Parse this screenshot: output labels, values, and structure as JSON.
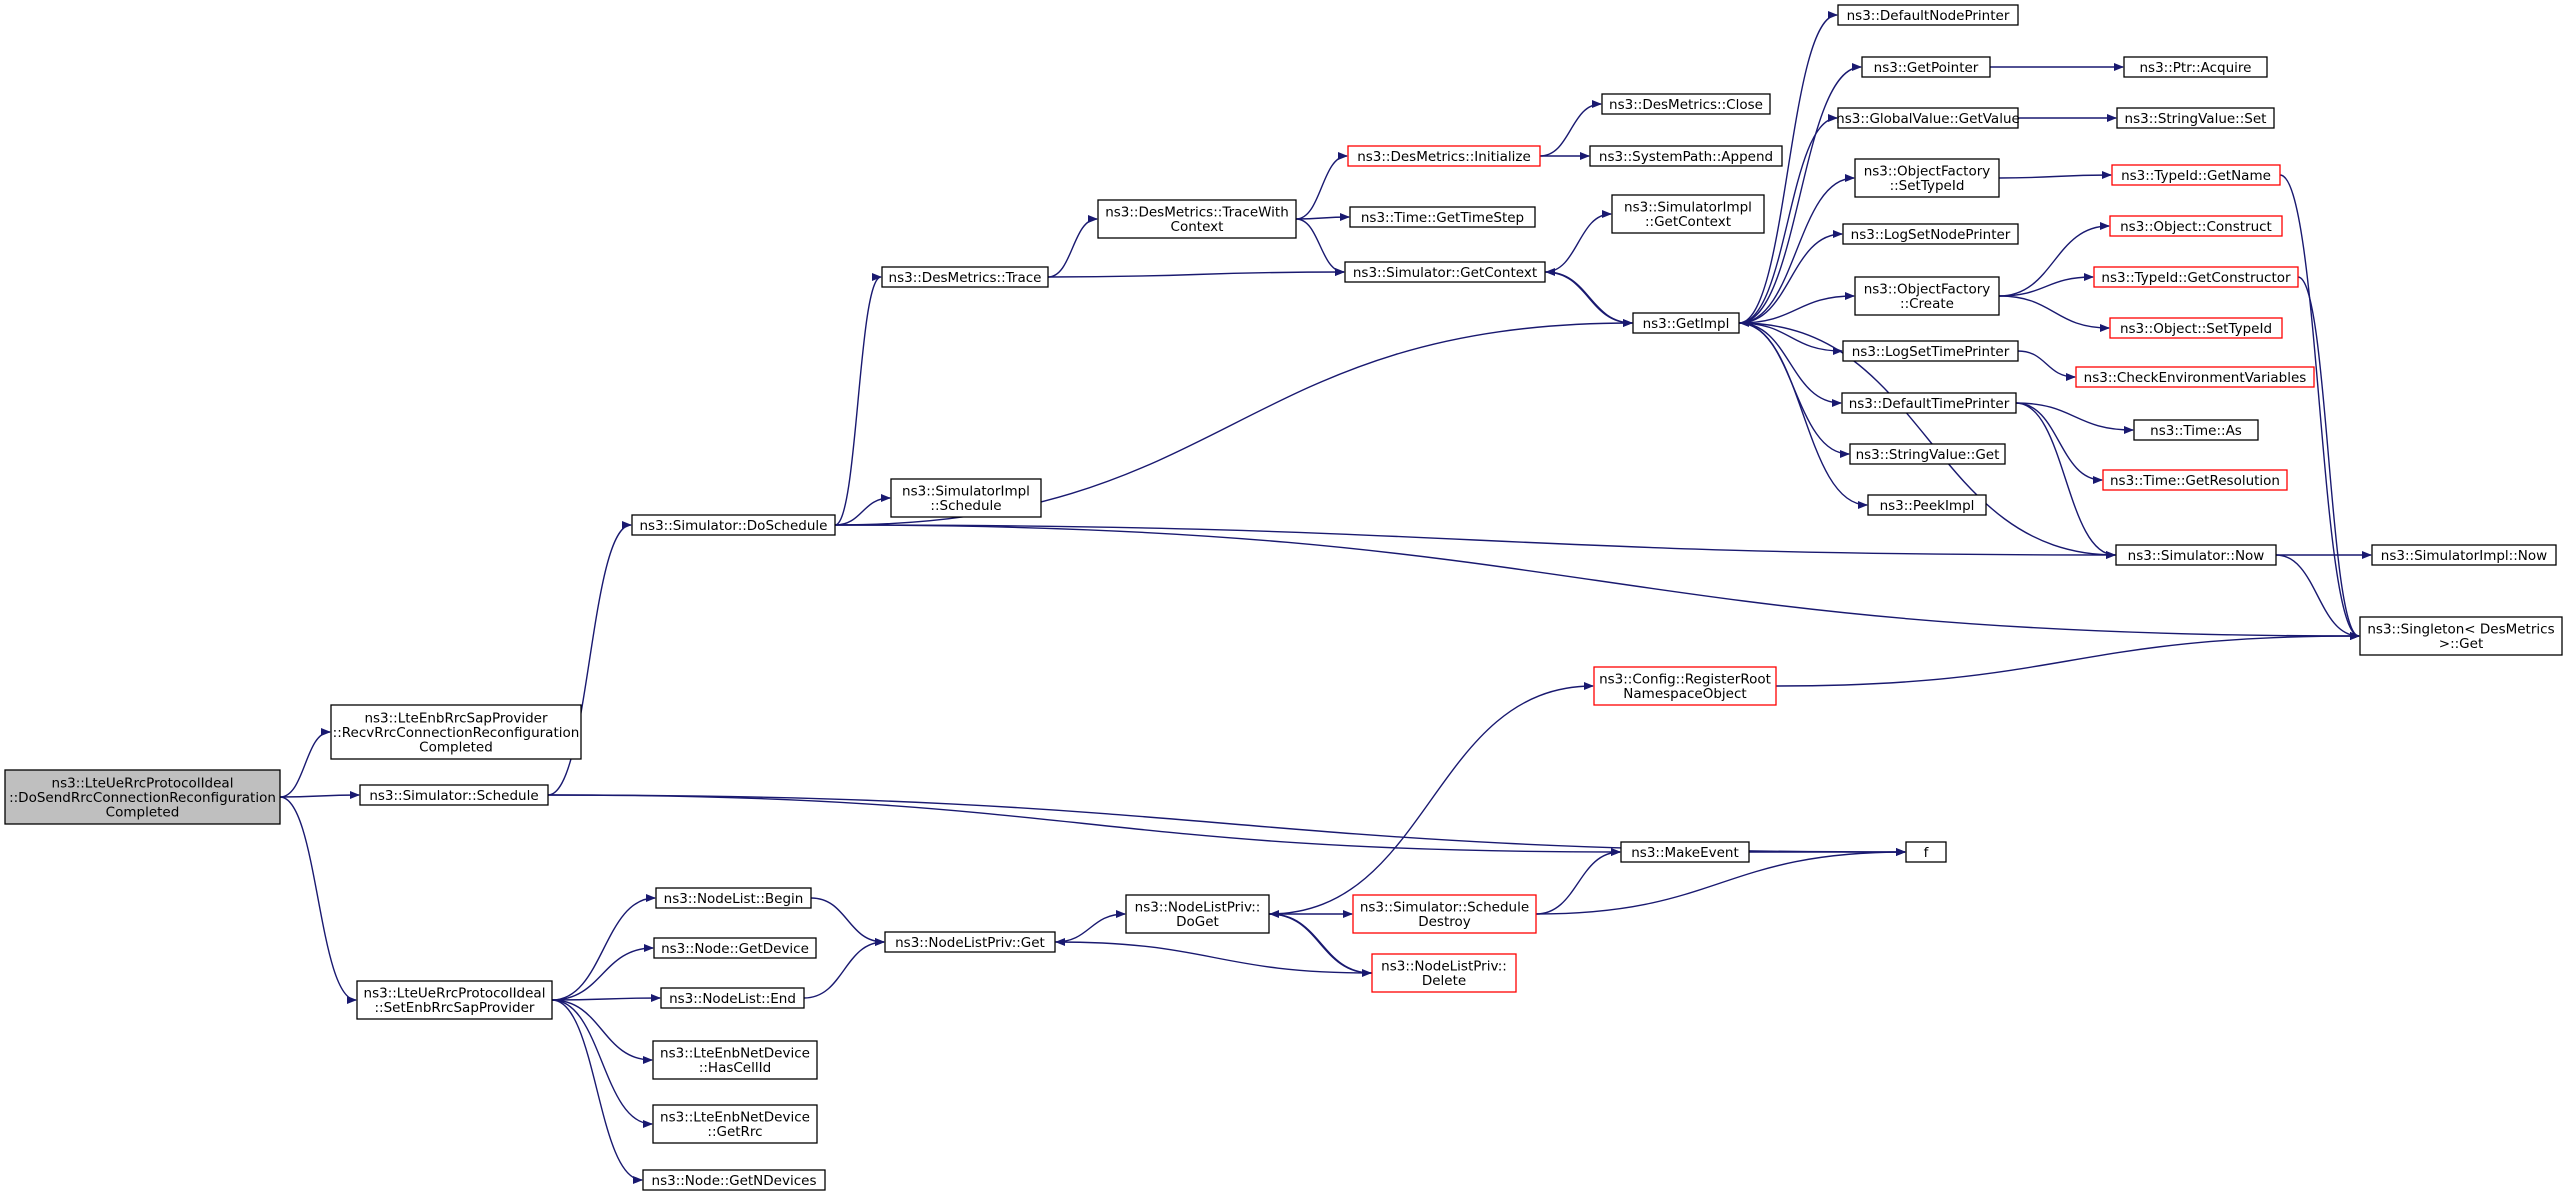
{
  "colors": {
    "edge": "#191970",
    "node_border": "#000000",
    "node_border_truncated": "#ff0000",
    "root_fill": "#bfbfbf",
    "node_fill": "#ffffff"
  },
  "nodes": [
    {
      "id": "root",
      "lines": [
        "ns3::LteUeRrcProtocolIdeal",
        "::DoSendRrcConnectionReconfiguration",
        "Completed"
      ],
      "style": "root"
    },
    {
      "id": "recvRrc",
      "lines": [
        "ns3::LteEnbRrcSapProvider",
        "::RecvRrcConnectionReconfiguration",
        "Completed"
      ]
    },
    {
      "id": "simSchedule",
      "lines": [
        "ns3::Simulator::Schedule"
      ]
    },
    {
      "id": "setEnbRrc",
      "lines": [
        "ns3::LteUeRrcProtocolIdeal",
        "::SetEnbRrcSapProvider"
      ]
    },
    {
      "id": "doSchedule",
      "lines": [
        "ns3::Simulator::DoSchedule"
      ]
    },
    {
      "id": "desTrace",
      "lines": [
        "ns3::DesMetrics::Trace"
      ]
    },
    {
      "id": "traceWithCtx",
      "lines": [
        "ns3::DesMetrics::TraceWith",
        "Context"
      ]
    },
    {
      "id": "desInit",
      "lines": [
        "ns3::DesMetrics::Initialize"
      ],
      "style": "truncated"
    },
    {
      "id": "desClose",
      "lines": [
        "ns3::DesMetrics::Close"
      ]
    },
    {
      "id": "sysPathAppend",
      "lines": [
        "ns3::SystemPath::Append"
      ]
    },
    {
      "id": "getTimeStep",
      "lines": [
        "ns3::Time::GetTimeStep"
      ]
    },
    {
      "id": "simGetContext",
      "lines": [
        "ns3::Simulator::GetContext"
      ]
    },
    {
      "id": "implGetContext",
      "lines": [
        "ns3::SimulatorImpl",
        "::GetContext"
      ]
    },
    {
      "id": "getImpl",
      "lines": [
        "ns3::GetImpl"
      ]
    },
    {
      "id": "defNodePrinter",
      "lines": [
        "ns3::DefaultNodePrinter"
      ]
    },
    {
      "id": "getPointer",
      "lines": [
        "ns3::GetPointer"
      ]
    },
    {
      "id": "ptrAcquire",
      "lines": [
        "ns3::Ptr::Acquire"
      ]
    },
    {
      "id": "gvGetValue",
      "lines": [
        "ns3::GlobalValue::GetValue"
      ]
    },
    {
      "id": "strValSet",
      "lines": [
        "ns3::StringValue::Set"
      ]
    },
    {
      "id": "ofSetTypeId",
      "lines": [
        "ns3::ObjectFactory",
        "::SetTypeId"
      ]
    },
    {
      "id": "typeIdGetName",
      "lines": [
        "ns3::TypeId::GetName"
      ],
      "style": "truncated"
    },
    {
      "id": "logSetNodePrinter",
      "lines": [
        "ns3::LogSetNodePrinter"
      ]
    },
    {
      "id": "ofCreate",
      "lines": [
        "ns3::ObjectFactory",
        "::Create"
      ]
    },
    {
      "id": "objConstruct",
      "lines": [
        "ns3::Object::Construct"
      ],
      "style": "truncated"
    },
    {
      "id": "typeIdGetCtor",
      "lines": [
        "ns3::TypeId::GetConstructor"
      ],
      "style": "truncated"
    },
    {
      "id": "objSetTypeId",
      "lines": [
        "ns3::Object::SetTypeId"
      ],
      "style": "truncated"
    },
    {
      "id": "logSetTimePrinter",
      "lines": [
        "ns3::LogSetTimePrinter"
      ]
    },
    {
      "id": "checkEnv",
      "lines": [
        "ns3::CheckEnvironmentVariables"
      ],
      "style": "truncated"
    },
    {
      "id": "defTimePrinter",
      "lines": [
        "ns3::DefaultTimePrinter"
      ]
    },
    {
      "id": "timeAs",
      "lines": [
        "ns3::Time::As"
      ]
    },
    {
      "id": "timeGetRes",
      "lines": [
        "ns3::Time::GetResolution"
      ],
      "style": "truncated"
    },
    {
      "id": "strValGet",
      "lines": [
        "ns3::StringValue::Get"
      ]
    },
    {
      "id": "peekImpl",
      "lines": [
        "ns3::PeekImpl"
      ]
    },
    {
      "id": "simNow",
      "lines": [
        "ns3::Simulator::Now"
      ]
    },
    {
      "id": "implNow",
      "lines": [
        "ns3::SimulatorImpl::Now"
      ]
    },
    {
      "id": "implSchedule",
      "lines": [
        "ns3::SimulatorImpl",
        "::Schedule"
      ]
    },
    {
      "id": "singletonGet",
      "lines": [
        "ns3::Singleton< DesMetrics",
        " >::Get"
      ]
    },
    {
      "id": "cfgRegister",
      "lines": [
        "ns3::Config::RegisterRoot",
        "NamespaceObject"
      ],
      "style": "truncated"
    },
    {
      "id": "makeEvent",
      "lines": [
        "ns3::MakeEvent"
      ]
    },
    {
      "id": "f",
      "lines": [
        "f"
      ]
    },
    {
      "id": "nlBegin",
      "lines": [
        "ns3::NodeList::Begin"
      ]
    },
    {
      "id": "nodeGetDevice",
      "lines": [
        "ns3::Node::GetDevice"
      ]
    },
    {
      "id": "nlEnd",
      "lines": [
        "ns3::NodeList::End"
      ]
    },
    {
      "id": "hasCellId",
      "lines": [
        "ns3::LteEnbNetDevice",
        "::HasCellId"
      ]
    },
    {
      "id": "getRrc",
      "lines": [
        "ns3::LteEnbNetDevice",
        "::GetRrc"
      ]
    },
    {
      "id": "getNDevices",
      "lines": [
        "ns3::Node::GetNDevices"
      ]
    },
    {
      "id": "nlPrivGet",
      "lines": [
        "ns3::NodeListPriv::Get"
      ]
    },
    {
      "id": "nlPrivDoGet",
      "lines": [
        "ns3::NodeListPriv::",
        "DoGet"
      ]
    },
    {
      "id": "simSchedDestroy",
      "lines": [
        "ns3::Simulator::Schedule",
        "Destroy"
      ],
      "style": "truncated"
    },
    {
      "id": "nlPrivDelete",
      "lines": [
        "ns3::NodeListPriv::",
        "Delete"
      ],
      "style": "truncated"
    }
  ]
}
